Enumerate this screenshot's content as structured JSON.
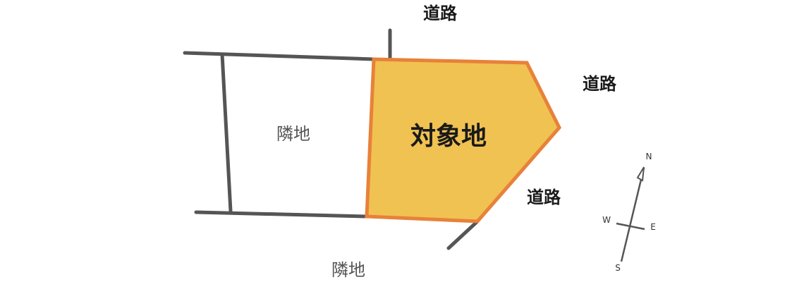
{
  "labels": {
    "road_top": "道路",
    "road_right_upper": "道路",
    "road_right_lower": "道路",
    "neighbor_west": "隣地",
    "neighbor_south": "隣地",
    "target": "対象地"
  },
  "compass": {
    "n": "N",
    "e": "E",
    "s": "S",
    "w": "W"
  },
  "colors": {
    "target_fill": "#F0C252",
    "target_stroke": "#E8813A",
    "boundary_line": "#555555",
    "road_label": "#1a1a1a",
    "neighbor_label": "#555555"
  }
}
